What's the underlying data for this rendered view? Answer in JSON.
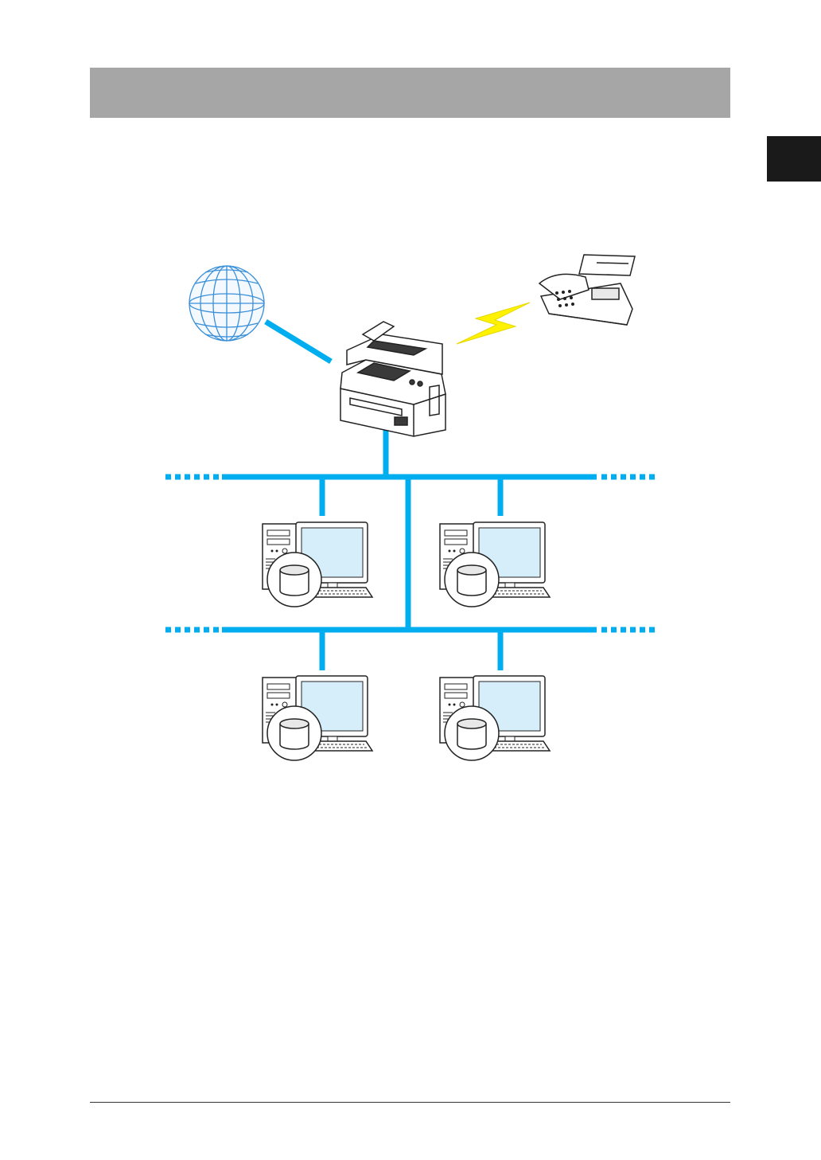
{
  "page": {
    "header_title": "",
    "footer_text": ""
  },
  "diagram": {
    "nodes": [
      {
        "name": "internet-globe",
        "kind": "globe"
      },
      {
        "name": "remote-fax-machine",
        "kind": "fax"
      },
      {
        "name": "multifunction-printer",
        "kind": "printer"
      },
      {
        "name": "computer-1",
        "kind": "computer"
      },
      {
        "name": "computer-2",
        "kind": "computer"
      },
      {
        "name": "computer-3",
        "kind": "computer"
      },
      {
        "name": "computer-4",
        "kind": "computer"
      }
    ],
    "links": [
      {
        "from": "internet-globe",
        "to": "multifunction-printer",
        "type": "cable"
      },
      {
        "from": "remote-fax-machine",
        "to": "multifunction-printer",
        "type": "wireless"
      },
      {
        "from": "multifunction-printer",
        "to": "lan",
        "type": "cable"
      }
    ]
  },
  "colors": {
    "network_line": "#00aeef",
    "lightning": "#fff200",
    "monitor_screen": "#d6eefa",
    "globe": "#3a8fd8",
    "header_band": "#a6a6a6",
    "chapter_tab": "#1a1a1a"
  }
}
